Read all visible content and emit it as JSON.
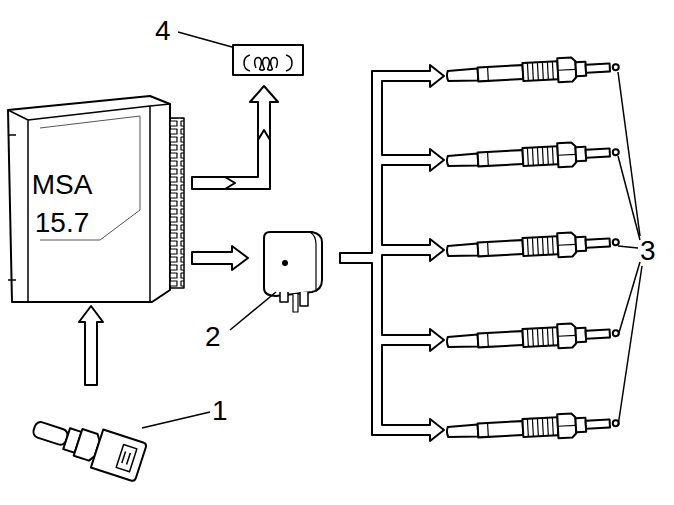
{
  "diagram": {
    "nodes": [
      {
        "text": [
          "MSA 15.7"
        ]
      }
    ],
    "labels": [
      "1",
      "2",
      "3",
      "4"
    ]
  }
}
